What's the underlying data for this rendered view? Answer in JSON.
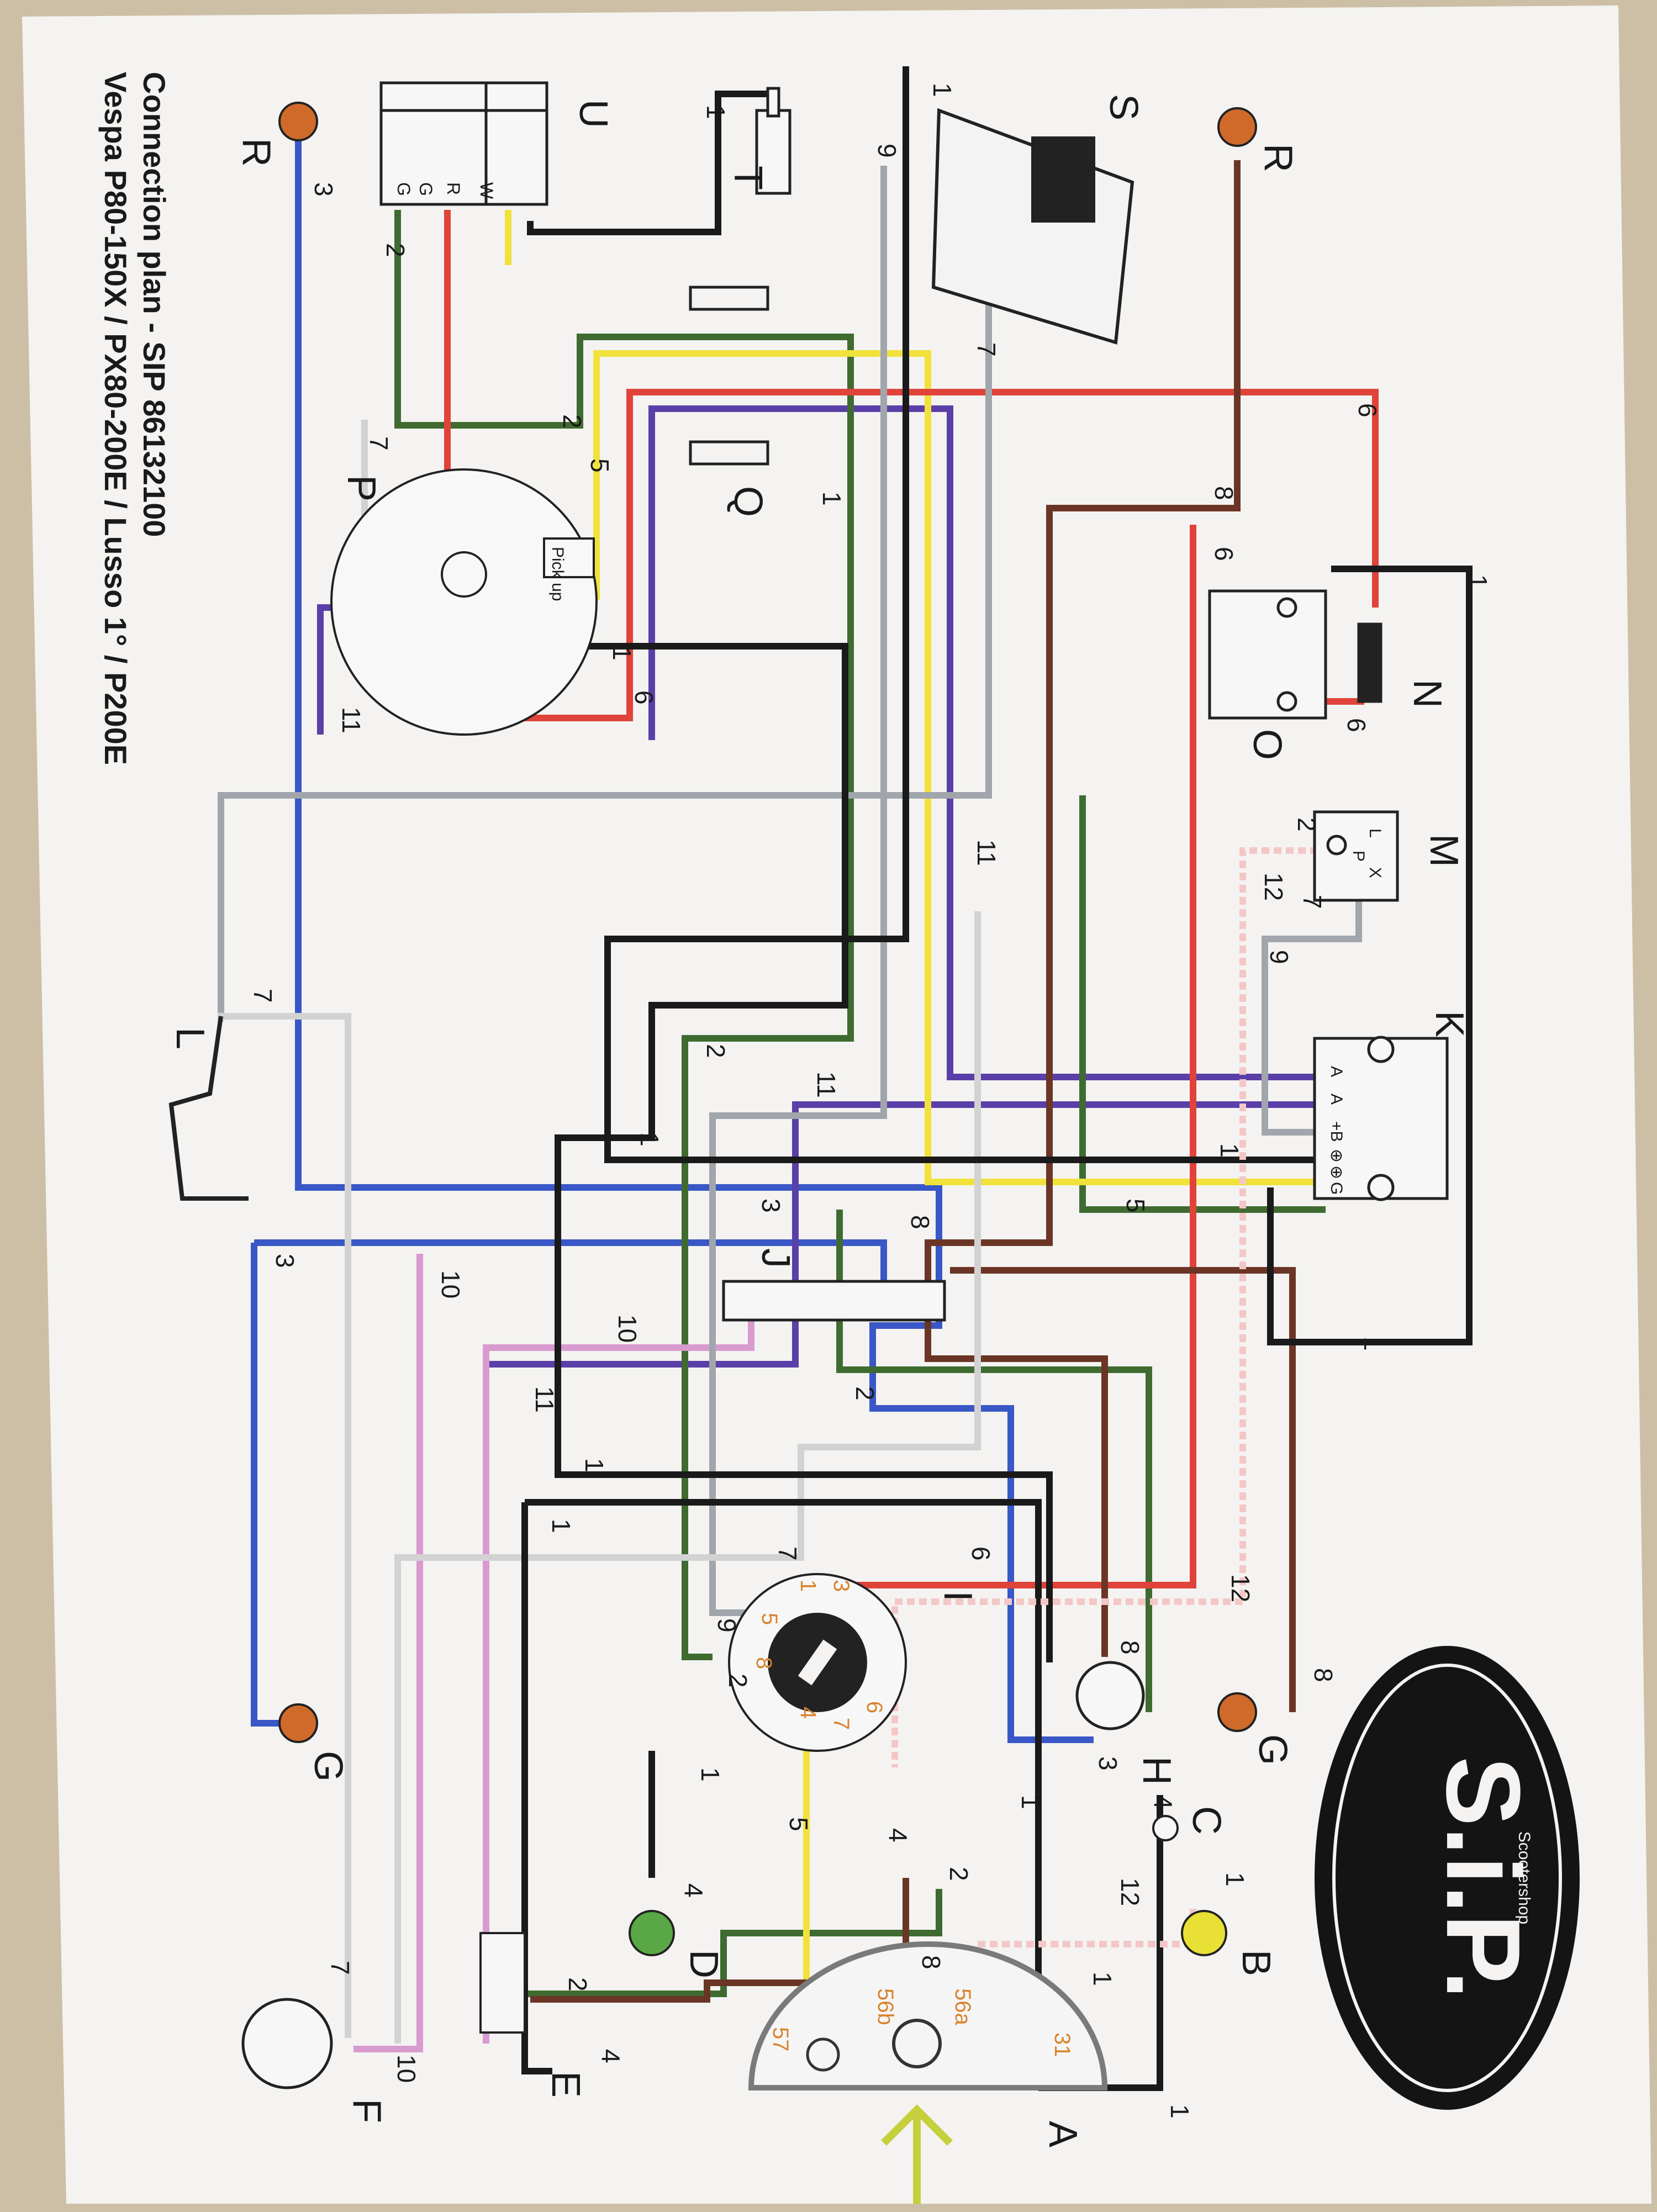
{
  "title": {
    "line1": "Connection plan - SIP 86132100",
    "line2": "Vespa P80-150X / PX80-200E / Lusso 1° / P200E"
  },
  "brand": {
    "logo_text": "S.i.P.",
    "sub_text": "Scootershop"
  },
  "components": {
    "A": "A",
    "B": "B",
    "C": "C",
    "D": "D",
    "E": "E",
    "F": "F",
    "G_left": "G",
    "G_right": "G",
    "H": "H",
    "I": "I",
    "J": "J",
    "K": "K",
    "L": "L",
    "M": "M",
    "N": "N",
    "O": "O",
    "P": "P",
    "Q": "Q",
    "R_left": "R",
    "R_right": "R",
    "S": "S",
    "T": "T",
    "U": "U"
  },
  "texts": {
    "pickup": "Pick up",
    "u_terminals": [
      "G",
      "G",
      "R",
      "W"
    ],
    "k_terminals": [
      "A",
      "A",
      "+B",
      "⊕",
      "⊕",
      "G"
    ],
    "m_terminals": [
      "L",
      "P",
      "X"
    ],
    "ignition_terminals": [
      "1",
      "3",
      "5",
      "8",
      "4",
      "7",
      "6"
    ],
    "headlight_terminals": [
      "57",
      "56b",
      "56a",
      "31"
    ]
  },
  "wire_numbers": {
    "w1": "1",
    "w2": "2",
    "w3": "3",
    "w4": "4",
    "w5": "5",
    "w6": "6",
    "w7": "7",
    "w8": "8",
    "w9": "9",
    "w10": "10",
    "w11": "11",
    "w12": "12"
  },
  "colors": {
    "paper": "#f4f3f1",
    "black": "#1a1a1a",
    "red": "#e0433a",
    "green": "#3f6b31",
    "yellow": "#f0e23b",
    "blue": "#3957c6",
    "purple": "#5b3fa8",
    "grey": "#a0a6ab",
    "white_wire": "#e8e8e8",
    "pink": "#d99ad0",
    "brown": "#6b3525",
    "orange": "#d06a2a",
    "terminal_orange": "#d9822b"
  }
}
